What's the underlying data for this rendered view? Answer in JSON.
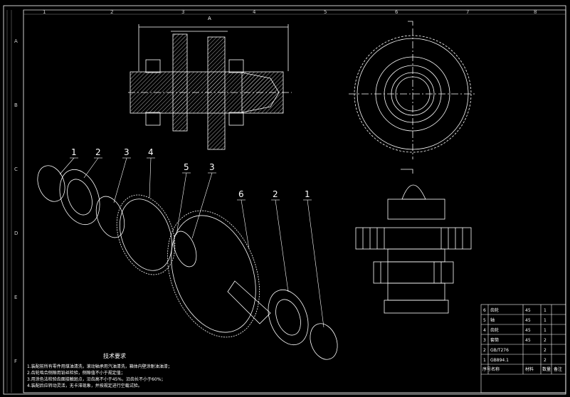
{
  "drawing": {
    "section_mark": "A",
    "grid_cols": [
      "1",
      "2",
      "3",
      "4",
      "5",
      "6",
      "7",
      "8"
    ],
    "grid_rows": [
      "A",
      "B",
      "C",
      "D",
      "E",
      "F"
    ],
    "callouts": [
      "1",
      "2",
      "3",
      "4",
      "5",
      "3",
      "6",
      "2",
      "1"
    ],
    "tech_title": "技术要求",
    "tech_notes": [
      "1.装配前所有零件用煤油清洗，滚动轴承用汽油清洗，箱体内壁涂耐油油漆；",
      "2.齿轮啮合侧隙用铅丝检验，侧隙值不小于规定值；",
      "3.用涂色法检验齿面接触斑点，沿齿高不小于45%，沿齿长不小于60%；",
      "4.装配后应转动灵活，无卡滞现象，并按规定进行空载试验。"
    ]
  },
  "bom": {
    "rows": [
      {
        "no": "6",
        "name": "齿轮",
        "material": "45",
        "qty": "1"
      },
      {
        "no": "5",
        "name": "轴",
        "material": "45",
        "qty": "1"
      },
      {
        "no": "4",
        "name": "齿轮",
        "material": "45",
        "qty": "1"
      },
      {
        "no": "3",
        "name": "套筒",
        "material": "45",
        "qty": "2"
      },
      {
        "no": "2",
        "name": "GB/T276",
        "material": "",
        "qty": "2"
      },
      {
        "no": "1",
        "name": "GB894.1",
        "material": "",
        "qty": "2"
      }
    ],
    "header": [
      "序号",
      "名称",
      "材料",
      "数量",
      "备注"
    ]
  }
}
